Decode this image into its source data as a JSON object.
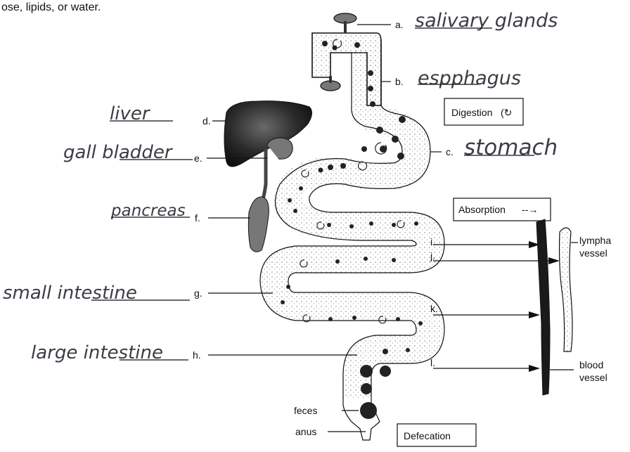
{
  "header_fragment": "ose, lipids, or water.",
  "labels": {
    "a": {
      "letter": "a.",
      "answer": "salivary glands"
    },
    "b": {
      "letter": "b.",
      "answer": "espphagus"
    },
    "c": {
      "letter": "c.",
      "answer": "stomach"
    },
    "d": {
      "letter": "d.",
      "answer": "liver"
    },
    "e": {
      "letter": "e.",
      "answer": "gall bladder"
    },
    "f": {
      "letter": "f.",
      "answer": "pancreas"
    },
    "g": {
      "letter": "g.",
      "answer": "small intestine"
    },
    "h": {
      "letter": "h.",
      "answer": "large intestine"
    },
    "i": {
      "letter": "i."
    },
    "j": {
      "letter": "j."
    },
    "k": {
      "letter": "k."
    },
    "l": {
      "letter": "l."
    }
  },
  "boxes": {
    "digestion": "Digestion",
    "digestion_symbol": "(↻",
    "absorption": "Absorption",
    "absorption_arrow": "--→",
    "defecation": "Defecation"
  },
  "vessels": {
    "lymph_line1": "lympha",
    "lymph_line2": "vessel",
    "blood_line1": "blood",
    "blood_line2": "vessel"
  },
  "bottom_labels": {
    "feces": "feces",
    "anus": "anus"
  }
}
